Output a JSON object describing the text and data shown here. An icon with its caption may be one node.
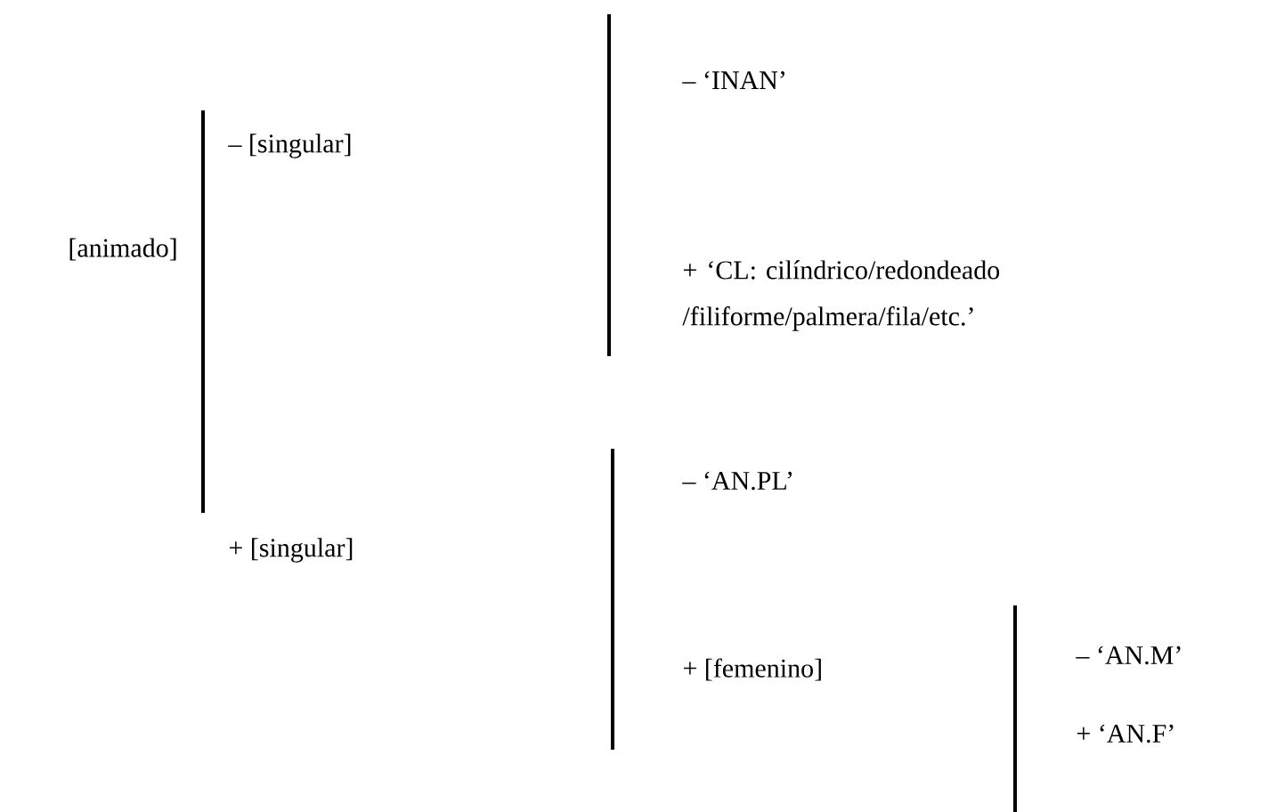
{
  "diagram": {
    "labels": [
      "[animado]",
      "– [singular]",
      "– ‘INAN’",
      "+ ‘CL: cilíndrico/redondeado /filiforme/palmera/fila/etc.’",
      "+ [singular]",
      "– ‘AN.PL’",
      "+ [femenino]",
      "– ‘AN.M’",
      "+ ‘AN.F’"
    ]
  }
}
